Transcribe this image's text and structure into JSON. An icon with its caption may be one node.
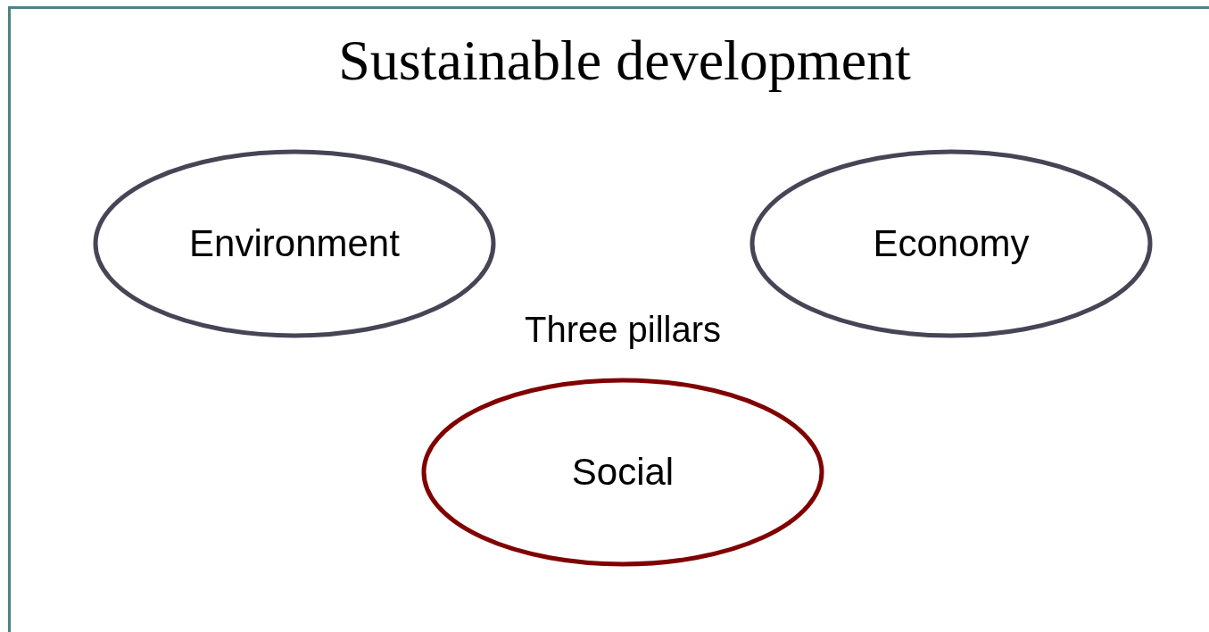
{
  "diagram": {
    "title": "Sustainable development",
    "nodes": [
      {
        "text": [
          "Environment"
        ]
      },
      {
        "text": [
          "Economy"
        ]
      },
      {
        "text": [
          "Social"
        ]
      }
    ],
    "labels": [
      "Three pillars"
    ]
  }
}
